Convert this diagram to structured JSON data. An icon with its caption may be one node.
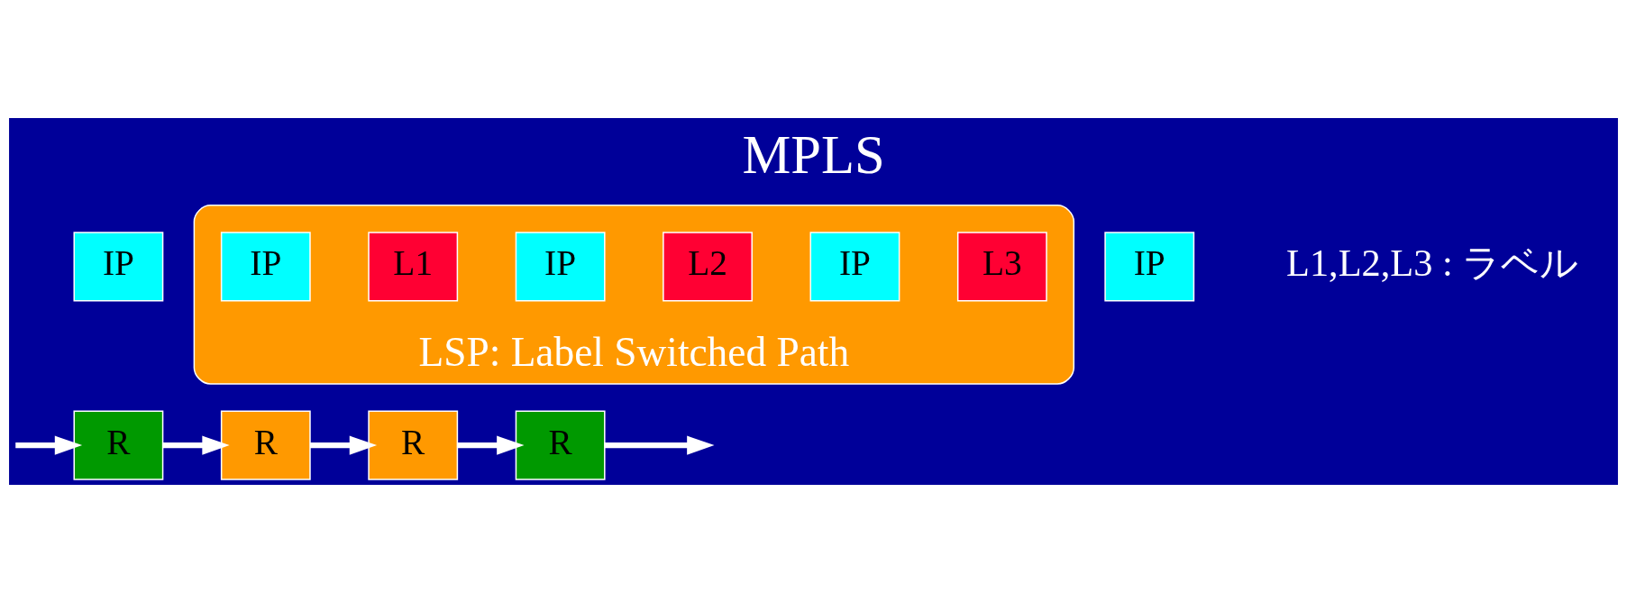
{
  "diagram": {
    "title": "MPLS",
    "nodes": [
      {
        "text": [
          "R"
        ]
      },
      {
        "text": [
          "R"
        ]
      },
      {
        "text": [
          "R"
        ]
      },
      {
        "text": [
          "R"
        ]
      },
      {
        "text": [
          "IP"
        ]
      },
      {
        "text": [],
        "shape": "cylinder",
        "beside": [
          "LSP: Label Switched Path"
        ]
      },
      {
        "text": [
          "IP"
        ],
        "in": 5
      },
      {
        "text": [
          "L1"
        ],
        "in": 5
      },
      {
        "text": [
          "IP"
        ],
        "in": 5
      },
      {
        "text": [
          "L2"
        ],
        "in": 5
      },
      {
        "text": [
          "IP"
        ],
        "in": 5
      },
      {
        "text": [
          "L3"
        ],
        "in": 5
      },
      {
        "text": [
          "IP"
        ]
      }
    ],
    "edges": [
      {
        "from": null,
        "to": 0,
        "arrow": "to"
      },
      {
        "from": 0,
        "to": 1,
        "arrow": "to"
      },
      {
        "from": 1,
        "to": 2,
        "arrow": "to"
      },
      {
        "from": 2,
        "to": 3,
        "arrow": "to"
      },
      {
        "from": 3,
        "to": null,
        "arrow": "to"
      }
    ],
    "labels": [
      "L1,L2,L3 : ラベル"
    ]
  }
}
